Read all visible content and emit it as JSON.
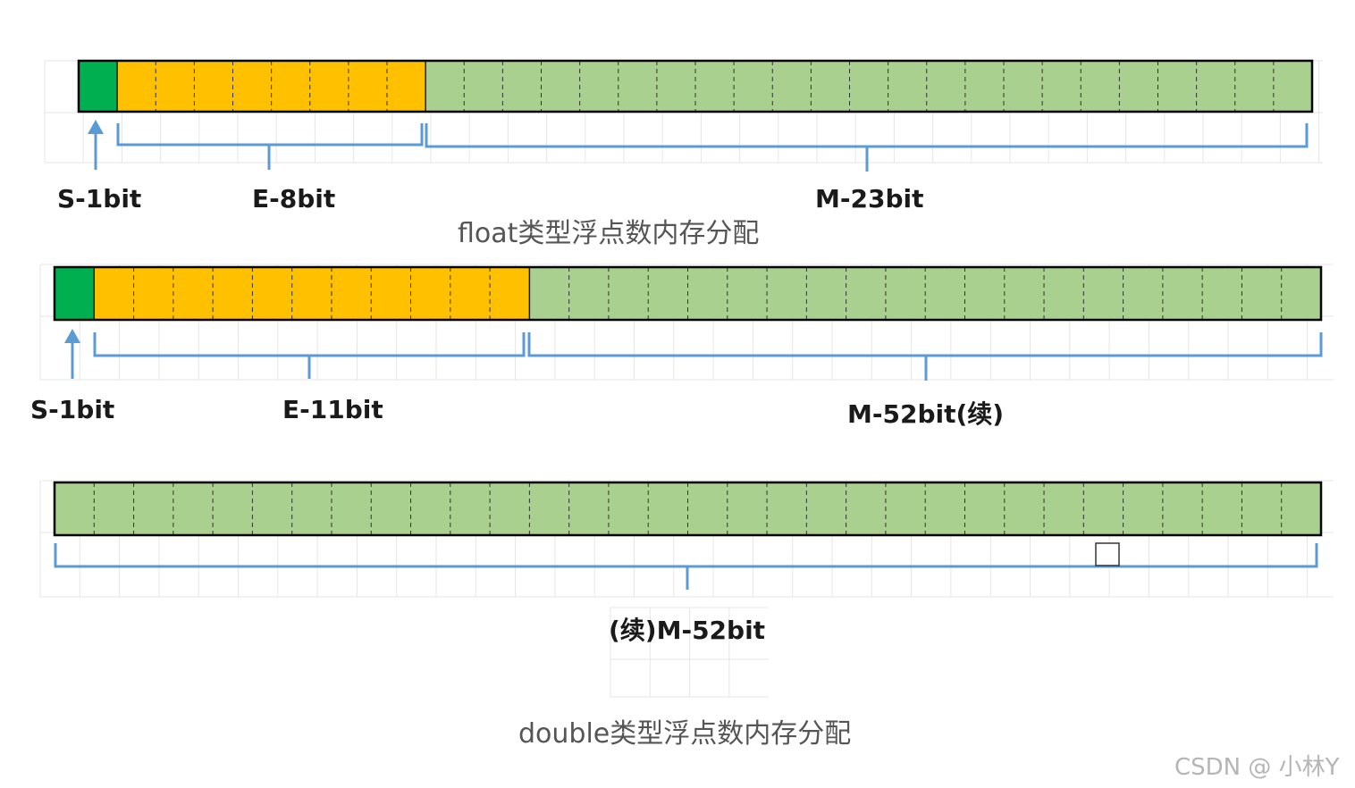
{
  "colors": {
    "sign": "#00b050",
    "exponent": "#ffc000",
    "mantissa": "#a9d08e",
    "bracket": "#5b9bd5",
    "grid": "#e6e6e6",
    "border": "#000000"
  },
  "float_layout": {
    "sign_label": "S-1bit",
    "exponent_label": "E-8bit",
    "mantissa_label": "M-23bit",
    "caption": "float类型浮点数内存分配",
    "bits": {
      "sign": 1,
      "exponent": 8,
      "mantissa": 23
    }
  },
  "double_layout": {
    "sign_label": "S-1bit",
    "exponent_label": "E-11bit",
    "mantissa_label": "M-52bit(续)",
    "bits": {
      "sign": 1,
      "exponent": 11,
      "mantissa_visible": 20
    }
  },
  "double_continued": {
    "mantissa_label": "(续)M-52bit",
    "bits": {
      "mantissa": 32
    },
    "caption": "double类型浮点数内存分配"
  },
  "watermark": "CSDN @ 小林Y"
}
